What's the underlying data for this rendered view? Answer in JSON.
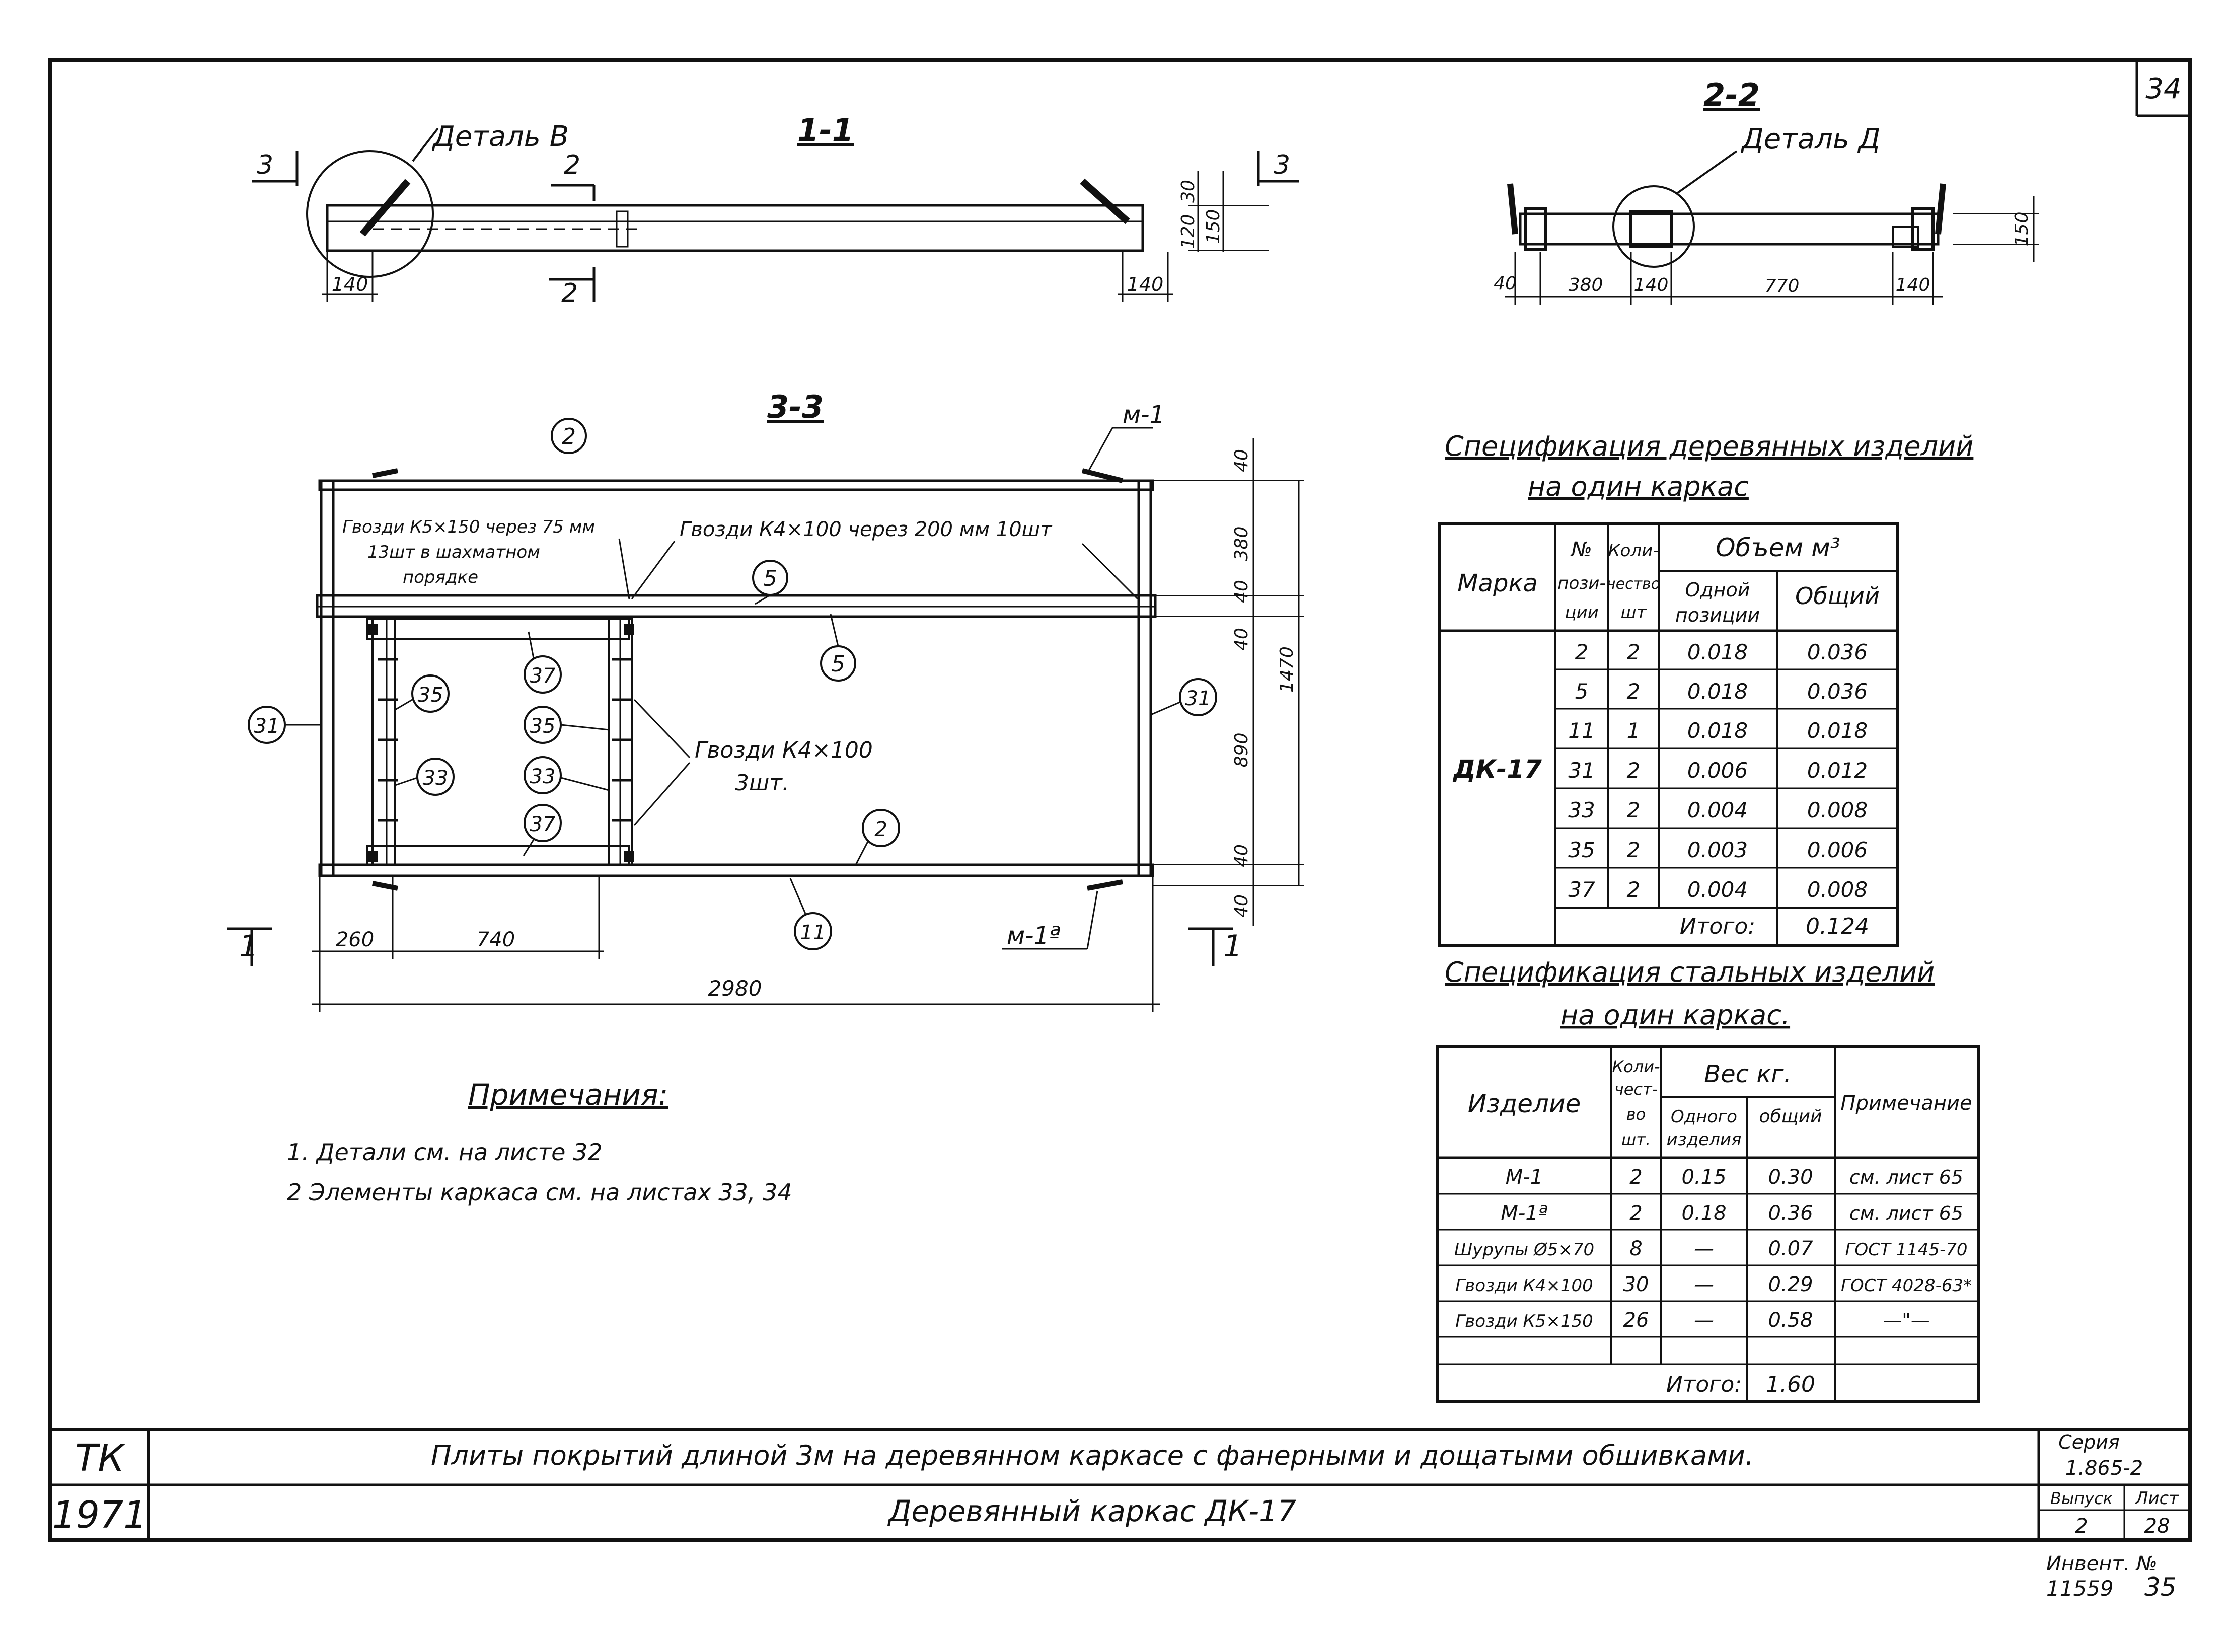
{
  "sheet": {
    "page_number": "34",
    "org_code": "ТК",
    "year": "1971",
    "title_main": "Плиты покрытий длиной 3м на деревянном каркасе с фанерными и дощатыми обшивками.",
    "title_sub": "Деревянный каркас ДК-17",
    "seria_label": "Серия",
    "seria_value": "1.865-2",
    "vypusk_label": "Выпуск",
    "vypusk_value": "2",
    "list_label": "Лист",
    "list_value": "28",
    "inv_label": "Инвент. №",
    "inv_value": "11559",
    "inv_extra": "35"
  },
  "section_1_1": {
    "title": "1-1",
    "detail_label": "Деталь В",
    "cut_3": "3",
    "cut_2": "2",
    "dims": {
      "left": "140",
      "right": "140",
      "h30": "30",
      "h120": "120",
      "h150": "150"
    }
  },
  "section_2_2": {
    "title": "2-2",
    "detail_label": "Деталь Д",
    "dims": {
      "d40": "40",
      "d380": "380",
      "d140a": "140",
      "d770": "770",
      "d140b": "140",
      "h150": "150"
    }
  },
  "section_3_3": {
    "title": "3-3",
    "nails_1": "Гвозди К5×150 через 75 мм",
    "nails_1b": "13шт в шахматном",
    "nails_1c": "порядке",
    "nails_2": "Гвозди К4×100 через 200 мм 10шт",
    "nails_3": "Гвозди К4×100",
    "nails_3b": "3шт.",
    "m1_top": "м-1",
    "m1_bottom": "м-1ª",
    "cut_1": "1",
    "callouts": {
      "p2_top": "2",
      "p5_a": "5",
      "p5_b": "5",
      "p31_l": "31",
      "p31_r": "31",
      "p35_a": "35",
      "p35_b": "35",
      "p33_a": "33",
      "p33_b": "33",
      "p37_a": "37",
      "p37_b": "37",
      "p2_bot": "2",
      "p11": "11"
    },
    "dims": {
      "d260": "260",
      "d740": "740",
      "d2980": "2980",
      "v40a": "40",
      "v380": "380",
      "v40b": "40",
      "v40c": "40",
      "v890": "890",
      "v40d": "40",
      "v40e": "40",
      "v1470": "1470"
    }
  },
  "notes": {
    "title": "Примечания:",
    "items": [
      "1. Детали см. на листе 32",
      "2 Элементы каркаса см. на листах 33, 34"
    ]
  },
  "wood_spec": {
    "title": "Спецификация деревянных изделий",
    "subtitle": "на один каркас",
    "headers": {
      "marka": "Марка",
      "pos1": "№",
      "pos2": "пози-",
      "pos3": "ции",
      "qty1": "Коли-",
      "qty2": "чество",
      "qty3": "шт",
      "vol": "Объем м³",
      "vol_one1": "Одной",
      "vol_one2": "позиции",
      "vol_total": "Общий"
    },
    "marka": "ДК-17",
    "rows": [
      {
        "pos": "2",
        "qty": "2",
        "one": "0.018",
        "total": "0.036"
      },
      {
        "pos": "5",
        "qty": "2",
        "one": "0.018",
        "total": "0.036"
      },
      {
        "pos": "11",
        "qty": "1",
        "one": "0.018",
        "total": "0.018"
      },
      {
        "pos": "31",
        "qty": "2",
        "one": "0.006",
        "total": "0.012"
      },
      {
        "pos": "33",
        "qty": "2",
        "one": "0.004",
        "total": "0.008"
      },
      {
        "pos": "35",
        "qty": "2",
        "one": "0.003",
        "total": "0.006"
      },
      {
        "pos": "37",
        "qty": "2",
        "one": "0.004",
        "total": "0.008"
      }
    ],
    "total_label": "Итого:",
    "total_value": "0.124"
  },
  "steel_spec": {
    "title": "Спецификация стальных изделий",
    "subtitle": "на один каркас.",
    "headers": {
      "item": "Изделие",
      "qty1": "Коли-",
      "qty2": "чест-",
      "qty3": "во",
      "qty4": "шт.",
      "weight": "Вес кг.",
      "one1": "Одного",
      "one2": "изделия",
      "total": "общий",
      "note": "Примечание"
    },
    "rows": [
      {
        "item": "М-1",
        "qty": "2",
        "one": "0.15",
        "total": "0.30",
        "note": "см. лист 65"
      },
      {
        "item": "М-1ª",
        "qty": "2",
        "one": "0.18",
        "total": "0.36",
        "note": "см. лист 65"
      },
      {
        "item": "Шурупы Ø5×70",
        "qty": "8",
        "one": "—",
        "total": "0.07",
        "note": "ГОСТ 1145-70"
      },
      {
        "item": "Гвозди К4×100",
        "qty": "30",
        "one": "—",
        "total": "0.29",
        "note": "ГОСТ 4028-63*"
      },
      {
        "item": "Гвозди К5×150",
        "qty": "26",
        "one": "—",
        "total": "0.58",
        "note": "—\"—"
      }
    ],
    "total_label": "Итого:",
    "total_value": "1.60"
  }
}
